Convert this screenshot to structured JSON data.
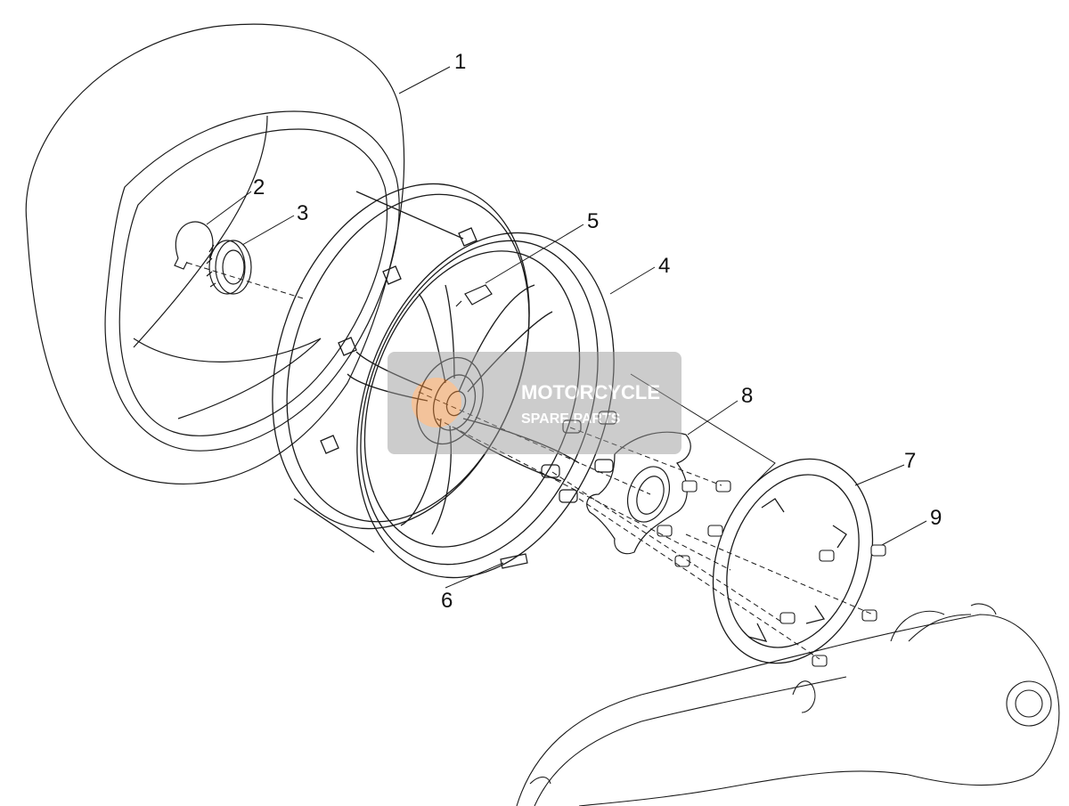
{
  "callouts": [
    {
      "id": "1",
      "label": "1"
    },
    {
      "id": "2",
      "label": "2"
    },
    {
      "id": "3",
      "label": "3"
    },
    {
      "id": "4",
      "label": "4"
    },
    {
      "id": "5",
      "label": "5"
    },
    {
      "id": "6",
      "label": "6"
    },
    {
      "id": "7",
      "label": "7"
    },
    {
      "id": "8",
      "label": "8"
    },
    {
      "id": "9",
      "label": "9"
    }
  ],
  "watermark": {
    "line1": "MOTORCYCLE",
    "line2": "SPARE PARTS",
    "accent_color": "#e8893a",
    "box_color": "#9a9a9a"
  },
  "colors": {
    "line": "#1a1a1a",
    "paper": "#ffffff"
  }
}
